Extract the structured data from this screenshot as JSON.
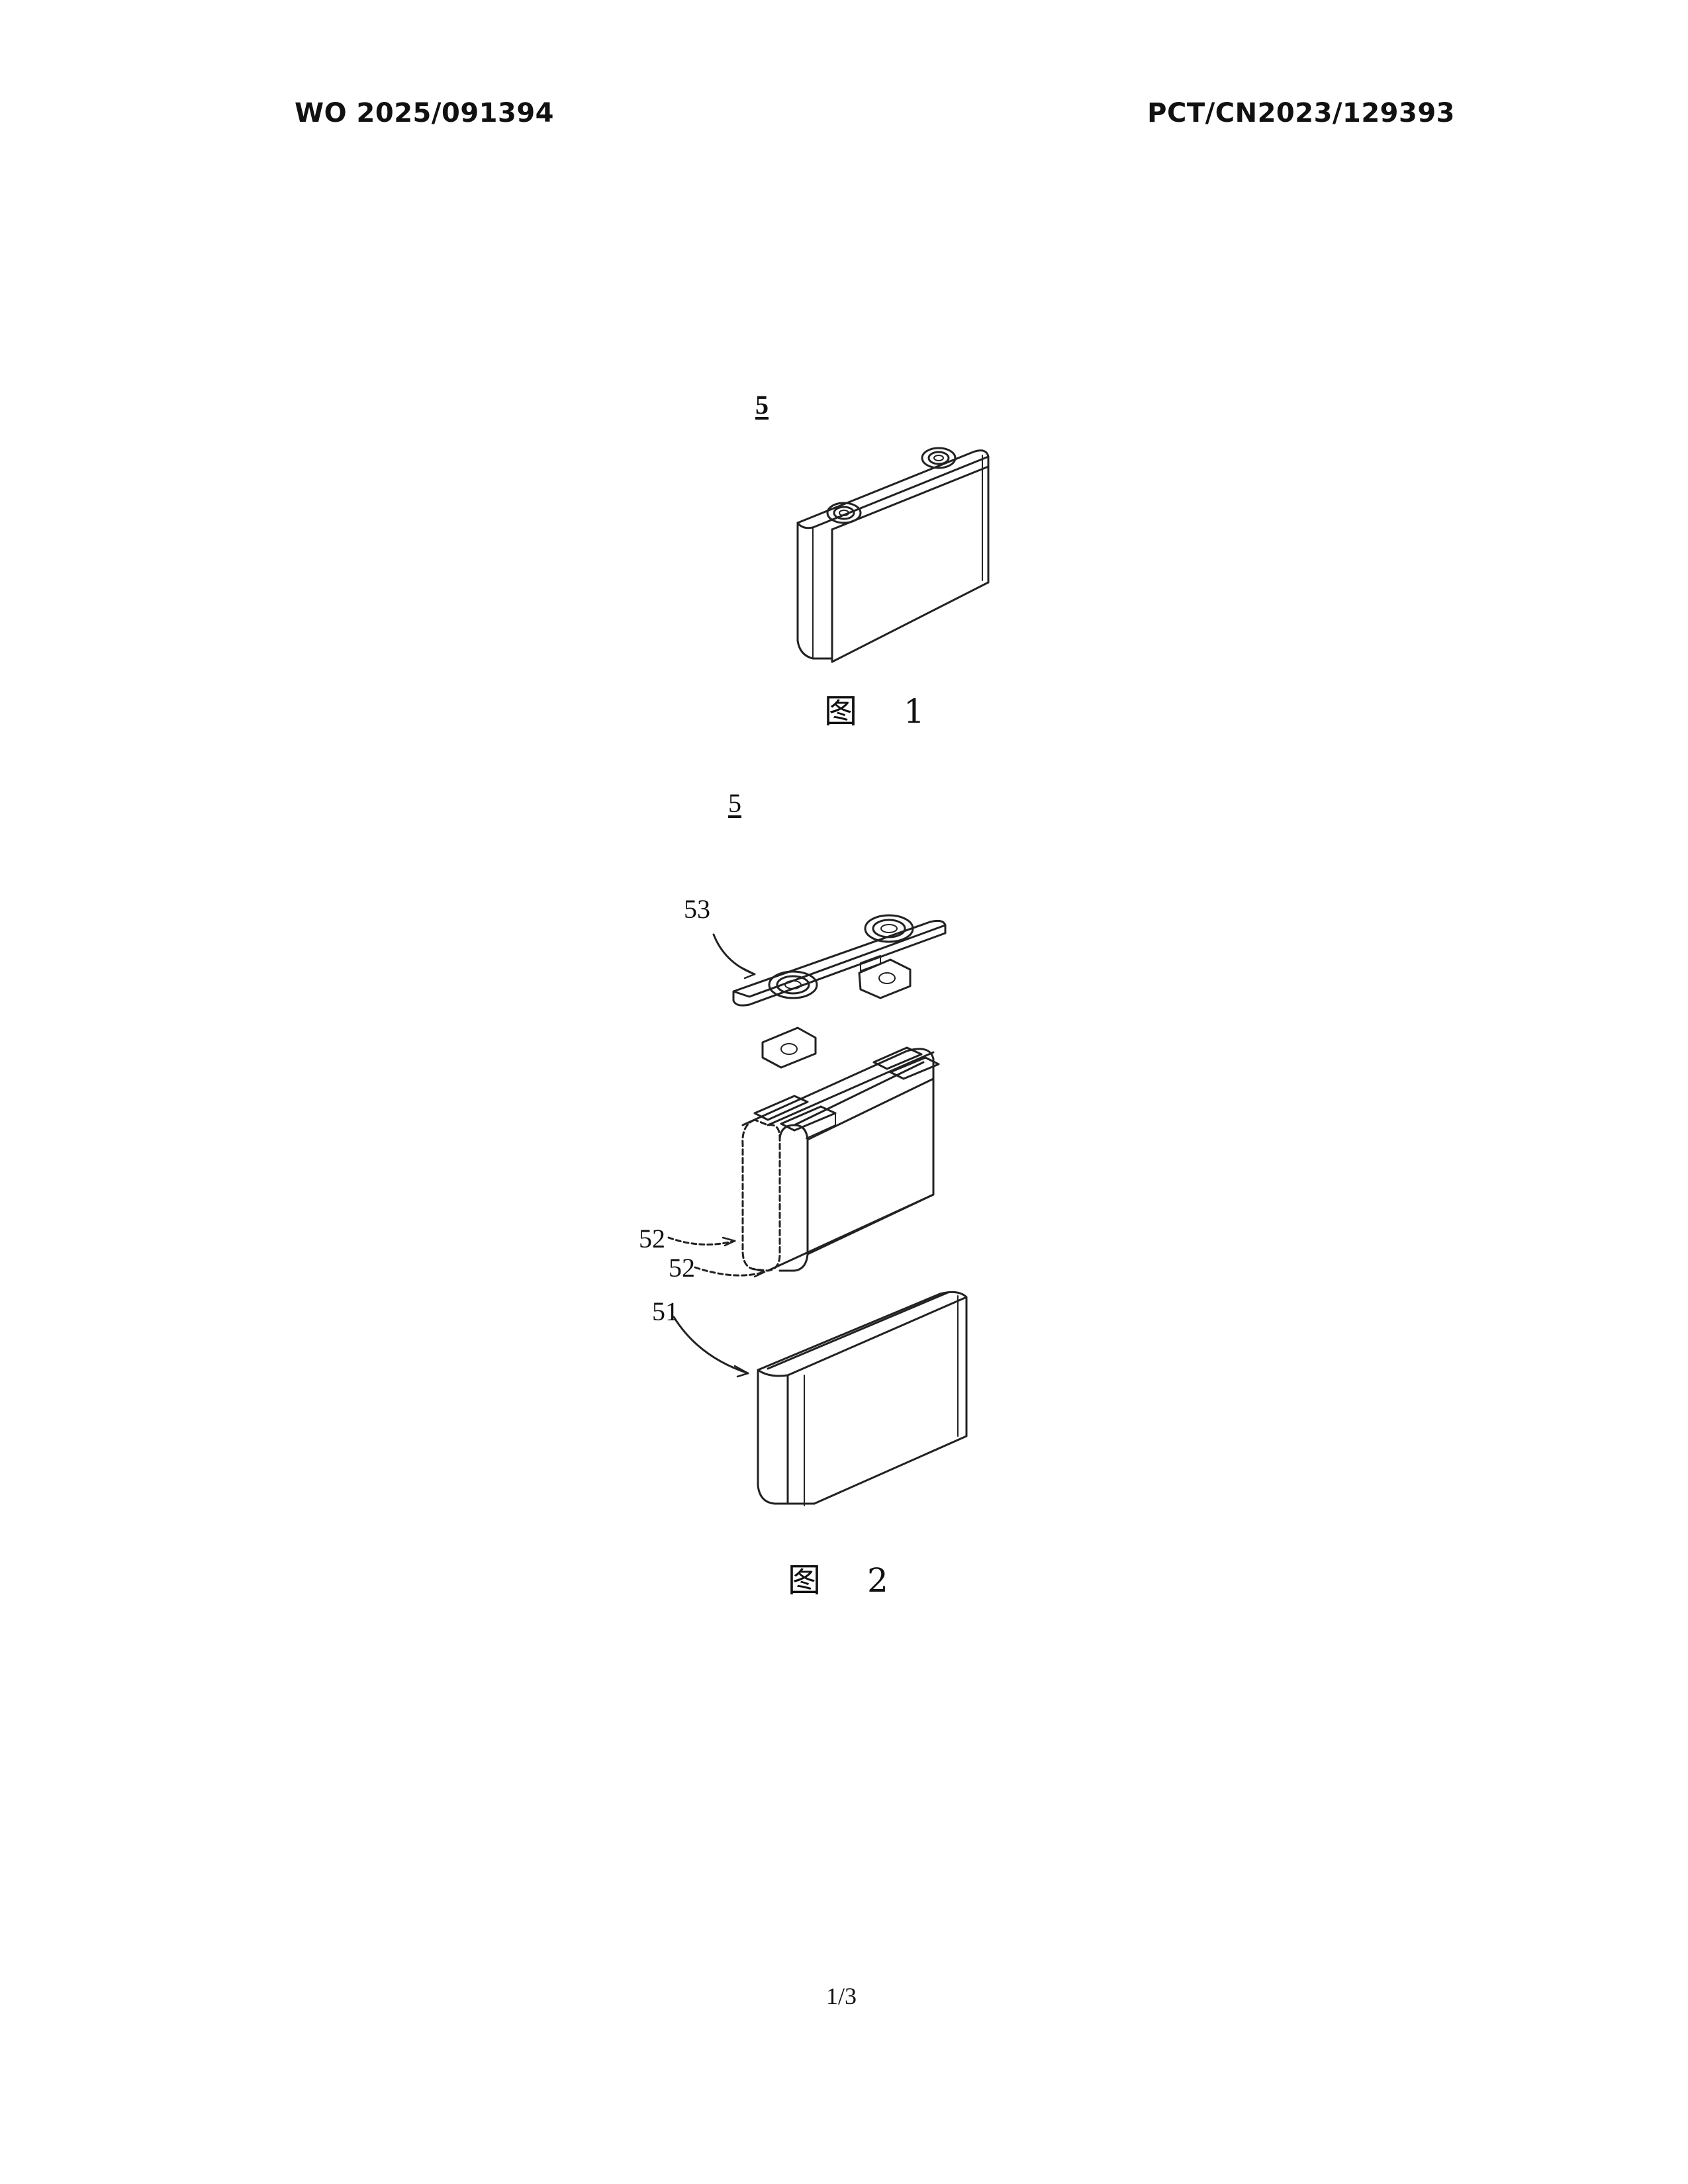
{
  "header": {
    "publication_number": "WO 2025/091394",
    "application_number": "PCT/CN2023/129393"
  },
  "figure1": {
    "reference": "5",
    "caption_char": "图",
    "caption_num": "1"
  },
  "figure2": {
    "reference": "5",
    "labels": {
      "top_cover": "53",
      "electrode_assembly_a": "52",
      "electrode_assembly_b": "52",
      "housing": "51"
    },
    "caption_char": "图",
    "caption_num": "2"
  },
  "footer": {
    "page": "1/3"
  }
}
